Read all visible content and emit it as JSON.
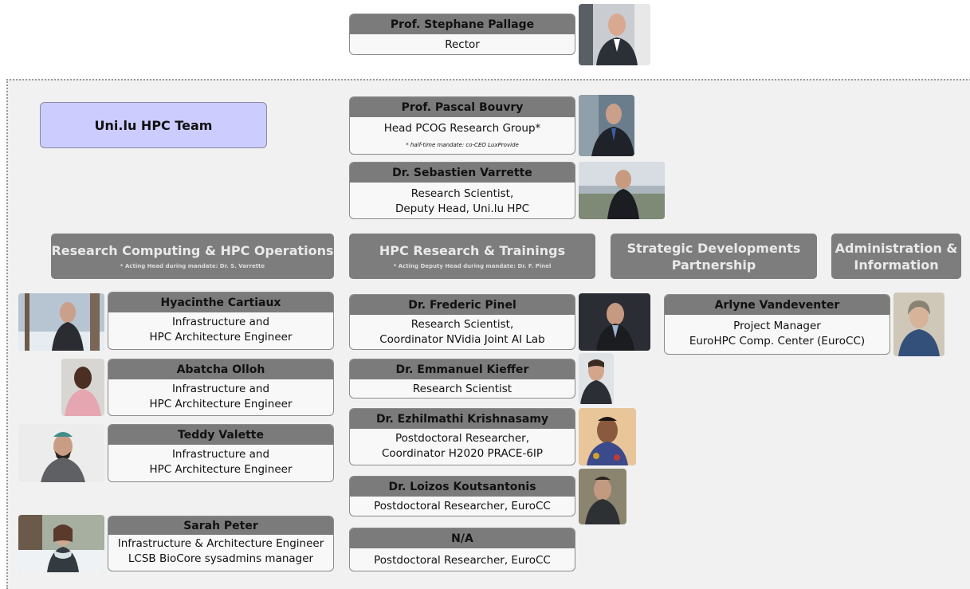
{
  "rector": {
    "name": "Prof. Stephane Pallage",
    "role": "Rector"
  },
  "team_title": "Uni.lu HPC Team",
  "head": {
    "name": "Prof. Pascal Bouvry",
    "role": "Head PCOG Research Group*",
    "note": "* half-time mandate: co-CEO LuxProvide"
  },
  "deputy": {
    "name": "Dr. Sebastien Varrette",
    "role1": "Research Scientist,",
    "role2": "Deputy Head, Uni.lu HPC"
  },
  "departments": {
    "rc": {
      "title": "Research Computing & HPC Operations",
      "note": "* Acting Head during mandate: Dr. S. Varrette"
    },
    "rt": {
      "title": "HPC Research & Trainings",
      "note": "* Acting Deputy Head during mandate: Dr. F. Pinel"
    },
    "sd": {
      "title1": "Strategic Developments",
      "title2": "Partnership"
    },
    "ad": {
      "title1": "Administration &",
      "title2": "Information"
    }
  },
  "rc_staff": [
    {
      "name": "Hyacinthe Cartiaux",
      "role1": "Infrastructure and",
      "role2": "HPC Architecture Engineer"
    },
    {
      "name": "Abatcha Olloh",
      "role1": "Infrastructure and",
      "role2": "HPC Architecture Engineer"
    },
    {
      "name": "Teddy Valette",
      "role1": "Infrastructure and",
      "role2": "HPC Architecture Engineer"
    },
    {
      "name": "Sarah Peter",
      "role1": "Infrastructure & Architecture Engineer",
      "role2": "LCSB BioCore sysadmins manager"
    }
  ],
  "rt_staff": [
    {
      "name": "Dr. Frederic Pinel",
      "role1": "Research Scientist,",
      "role2": "Coordinator NVidia Joint AI Lab"
    },
    {
      "name": "Dr. Emmanuel Kieffer",
      "role1": "Research Scientist"
    },
    {
      "name": "Dr. Ezhilmathi Krishnasamy",
      "role1": "Postdoctoral Researcher,",
      "role2": "Coordinator H2020 PRACE-6IP"
    },
    {
      "name": "Dr. Loizos Koutsantonis",
      "role1": "Postdoctoral Researcher, EuroCC"
    },
    {
      "name": "N/A",
      "role1": "Postdoctoral Researcher, EuroCC"
    }
  ],
  "sd_staff": [
    {
      "name": "Arlyne Vandeventer",
      "role1": "Project Manager",
      "role2": "EuroHPC Comp. Center (EuroCC)"
    }
  ]
}
